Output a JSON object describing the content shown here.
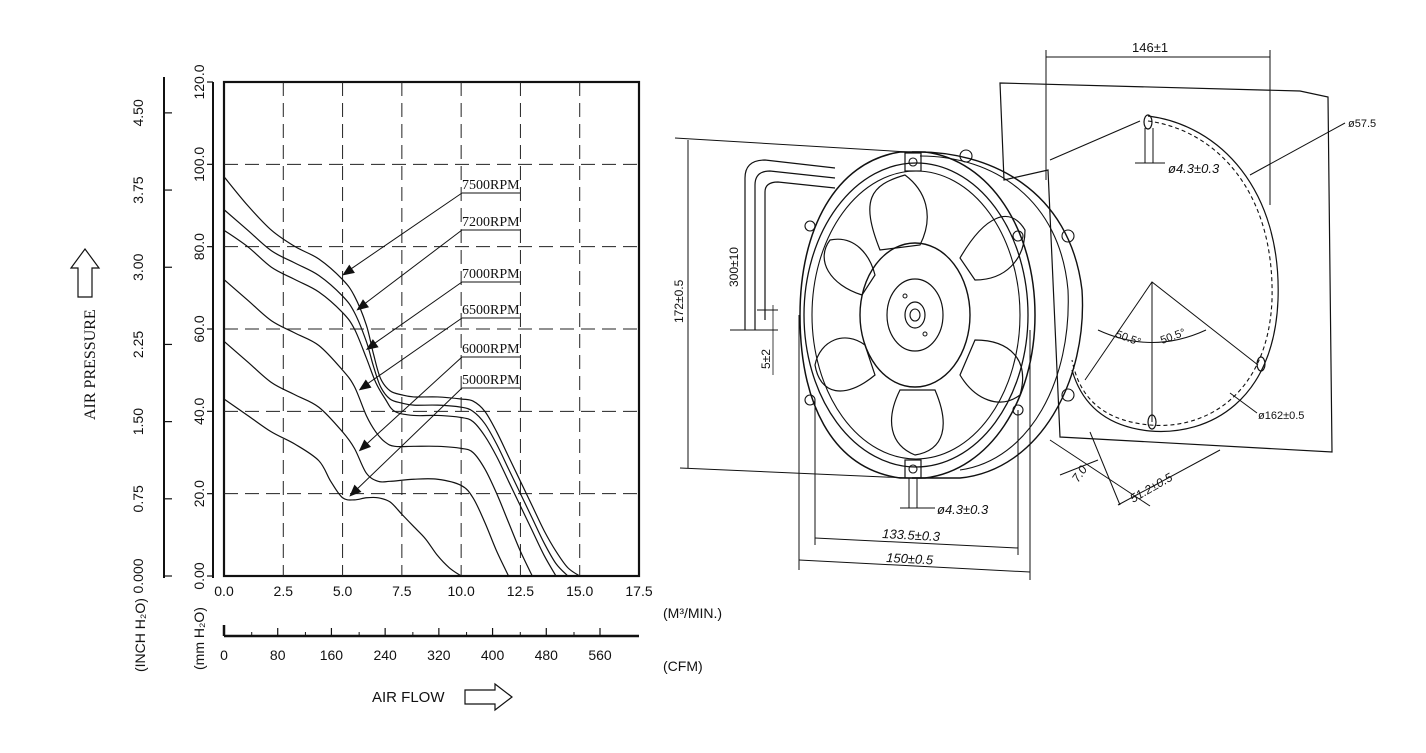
{
  "chart_data": {
    "type": "line",
    "x_ticks_m3min": [
      "0.0",
      "2.5",
      "5.0",
      "7.5",
      "10.0",
      "12.5",
      "15.0",
      "17.5"
    ],
    "x_unit_m3min": "(M³/MIN.)",
    "x_ticks_cfm": [
      "0",
      "80",
      "160",
      "240",
      "320",
      "400",
      "480",
      "560"
    ],
    "x_unit_cfm": "(CFM)",
    "x_title": "AIR FLOW",
    "y_ticks_mmh2o": [
      "0.00",
      "20.0",
      "40.0",
      "60.0",
      "80.0",
      "100.0",
      "120.0"
    ],
    "y_unit_mmh2o": "(mm H₂O)",
    "y_ticks_inchh2o": [
      "0.000",
      "0.75",
      "1.50",
      "2.25",
      "3.00",
      "3.75",
      "4.50"
    ],
    "y_unit_inchh2o": "(INCH H₂O)",
    "y_title": "AIR PRESSURE",
    "xlim": [
      0,
      17.5
    ],
    "ylim": [
      0,
      120
    ],
    "grid": true,
    "series": [
      {
        "name": "7500RPM",
        "x": [
          0,
          1,
          2,
          3,
          4,
          5,
          5.5,
          6,
          6.3,
          6.6,
          7,
          7.5,
          8,
          9,
          10,
          10.5,
          11,
          11.5,
          12,
          12.5,
          13,
          13.5,
          14,
          14.5,
          15
        ],
        "y": [
          97,
          90,
          84,
          80,
          77,
          72,
          68,
          61,
          54,
          48,
          45,
          44,
          43.5,
          43.5,
          43,
          42.5,
          40,
          35,
          29,
          23,
          17,
          11,
          6,
          2,
          0
        ]
      },
      {
        "name": "7200RPM",
        "x": [
          0,
          1,
          2,
          3,
          4,
          5,
          5.5,
          6,
          6.3,
          6.6,
          7,
          7.5,
          8,
          9,
          10,
          10.5,
          11,
          11.5,
          12,
          12.5,
          13,
          13.5,
          14,
          14.5
        ],
        "y": [
          89,
          84,
          79,
          76,
          73,
          68,
          64,
          57,
          51,
          46,
          43,
          42,
          41.5,
          41.5,
          41,
          40,
          37,
          32,
          26,
          20,
          14,
          8,
          3,
          0
        ]
      },
      {
        "name": "7000RPM",
        "x": [
          0,
          1,
          2,
          3,
          4,
          5,
          5.5,
          6,
          6.4,
          6.8,
          7.2,
          8,
          9,
          10,
          10.5,
          11,
          11.5,
          12,
          12.5,
          13,
          13.5,
          14
        ],
        "y": [
          84,
          80,
          75,
          72,
          69,
          64,
          60,
          53,
          47,
          43,
          40,
          39,
          39,
          38.5,
          37.5,
          34,
          29,
          23,
          17,
          11,
          5,
          0
        ]
      },
      {
        "name": "6500RPM",
        "x": [
          0,
          1,
          2,
          3,
          4,
          5,
          5.5,
          6,
          6.4,
          6.8,
          7.2,
          8,
          9,
          10,
          10.5,
          11,
          11.5,
          12,
          12.5,
          13
        ],
        "y": [
          72,
          67,
          62,
          59,
          56,
          50,
          46,
          39,
          35,
          32.5,
          31.5,
          31.5,
          31.5,
          31,
          30,
          26,
          20,
          13,
          6,
          0
        ]
      },
      {
        "name": "6000RPM",
        "x": [
          0,
          1,
          2,
          3,
          4,
          5,
          5.5,
          6,
          6.5,
          7,
          8,
          9,
          10,
          10.5,
          11,
          11.5,
          12
        ],
        "y": [
          57,
          52,
          47,
          44,
          41,
          35,
          31,
          25,
          23,
          23,
          23.5,
          23.5,
          22,
          19,
          13,
          6,
          0
        ]
      },
      {
        "name": "5000RPM",
        "x": [
          0,
          1,
          2,
          3,
          4,
          4.5,
          5,
          5.5,
          6,
          6.5,
          7,
          7.5,
          8,
          8.5,
          9,
          9.5,
          10
        ],
        "y": [
          43,
          39,
          35,
          32,
          28,
          23,
          19,
          18.5,
          19,
          19,
          18,
          15,
          12,
          9,
          5,
          2,
          0
        ]
      }
    ]
  },
  "drawing": {
    "dim_width_top": "146±1",
    "dim_diameter_outer": "ø57.5",
    "dim_hole_top": "ø4.3±0.3",
    "dim_cable_length": "300±10",
    "dim_strip": "5±2",
    "dim_height": "172±0.5",
    "dim_angle_left": "50.5°",
    "dim_angle_right": "50.5°",
    "dim_bolt_circle": "ø162±0.5",
    "dim_hole_bottom": "ø4.3±0.3",
    "dim_depth_7": "7.0",
    "dim_depth_51": "51.2±0.5",
    "dim_hole_spacing": "133.5±0.3",
    "dim_frame_width": "150±0.5"
  }
}
